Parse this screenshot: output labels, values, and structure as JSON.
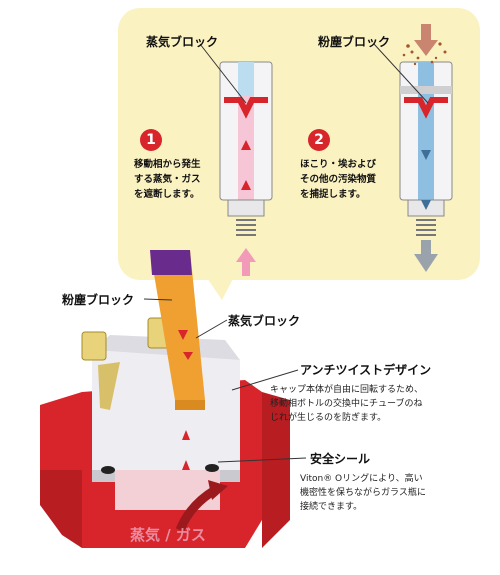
{
  "callout": {
    "left_title": "蒸気ブロック",
    "right_title": "粉塵ブロック",
    "step1": "1",
    "step1_lines": [
      "移動相から発生",
      "する蒸気・ガス",
      "を遮断します。"
    ],
    "step2": "2",
    "step2_lines": [
      "ほこり・埃および",
      "その他の汚染物質",
      "を捕捉します。"
    ]
  },
  "labels": {
    "dust_block": "粉塵ブロック",
    "vapor_block": "蒸気ブロック",
    "anti_twist_title": "アンチツイストデザイン",
    "anti_twist_lines": [
      "キャップ本体が自由に回転するため、",
      "移動相ボトルの交換中にチューブのね",
      "じれが生じるのを防ぎます。"
    ],
    "safety_seal_title": "安全シール",
    "safety_seal_lines": [
      "Viton® Oリングにより、高い",
      "機密性を保ちながらガラス瓶に",
      "接続できます。"
    ],
    "vapor_gas": "蒸気 / ガス"
  },
  "colors": {
    "panel": "#fbf2c2",
    "red": "#d8252b",
    "blue_tube": "#8fbfe0",
    "pink_arrow": "#f19bb8",
    "gray_arrow": "#9aa3ab",
    "orange_tube": "#f0a030",
    "purple_filter": "#6a2c8c",
    "vapor_text": "#e88da0"
  }
}
